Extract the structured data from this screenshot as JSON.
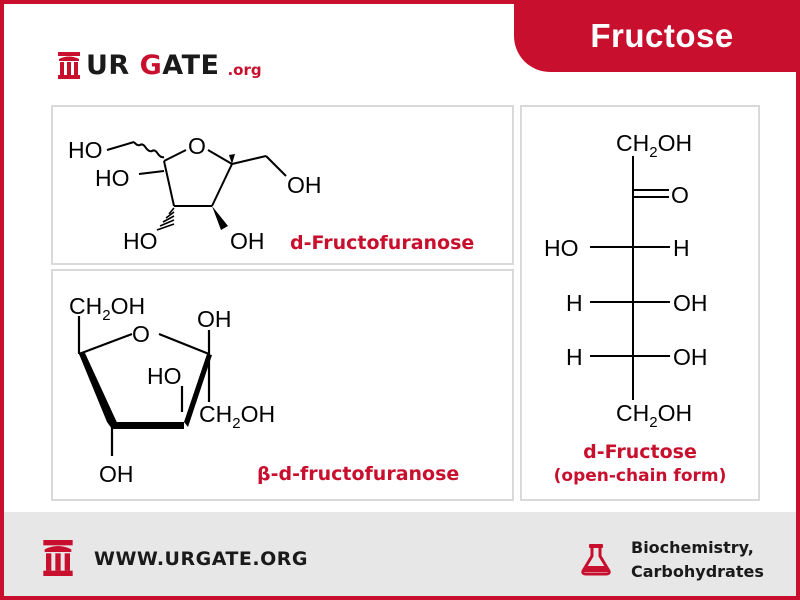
{
  "header": {
    "title": "Fructose",
    "logo": {
      "text_main": "UR ",
      "text_accent": "G",
      "text_rest": "ATE",
      "text_suffix": ".org"
    }
  },
  "panels": {
    "furanose": {
      "caption": "d-Fructofuranose",
      "labels": {
        "ho_top": "HO",
        "ho_left": "HO",
        "oh_right": "OH",
        "ring_o": "O",
        "ho_bottom": "HO",
        "oh_bottom": "OH"
      }
    },
    "beta": {
      "caption": "β-d-fructofuranose",
      "labels": {
        "ch2oh_top": "CH2OH",
        "ring_o": "O",
        "oh_top_right": "OH",
        "ho_middle": "HO",
        "ch2oh_right": "CH2OH",
        "oh_bottom": "OH"
      }
    },
    "open_chain": {
      "caption_line1": "d-Fructose",
      "caption_line2": "(open-chain form)",
      "labels": {
        "ch2oh_top": "CH2OH",
        "o": "O",
        "ho_c3": "HO",
        "h_c3": "H",
        "h_c4": "H",
        "oh_c4": "OH",
        "h_c5": "H",
        "oh_c5": "OH",
        "ch2oh_bottom": "CH2OH"
      }
    }
  },
  "footer": {
    "url": "WWW.URGATE.ORG",
    "category_line1": "Biochemistry,",
    "category_line2": "Carbohydrates"
  },
  "colors": {
    "accent": "#c8102e",
    "footer_bg": "#e7e7e7",
    "panel_border": "#d9d9d9"
  },
  "icons": [
    "urgate-logo-icon",
    "flask-icon"
  ]
}
